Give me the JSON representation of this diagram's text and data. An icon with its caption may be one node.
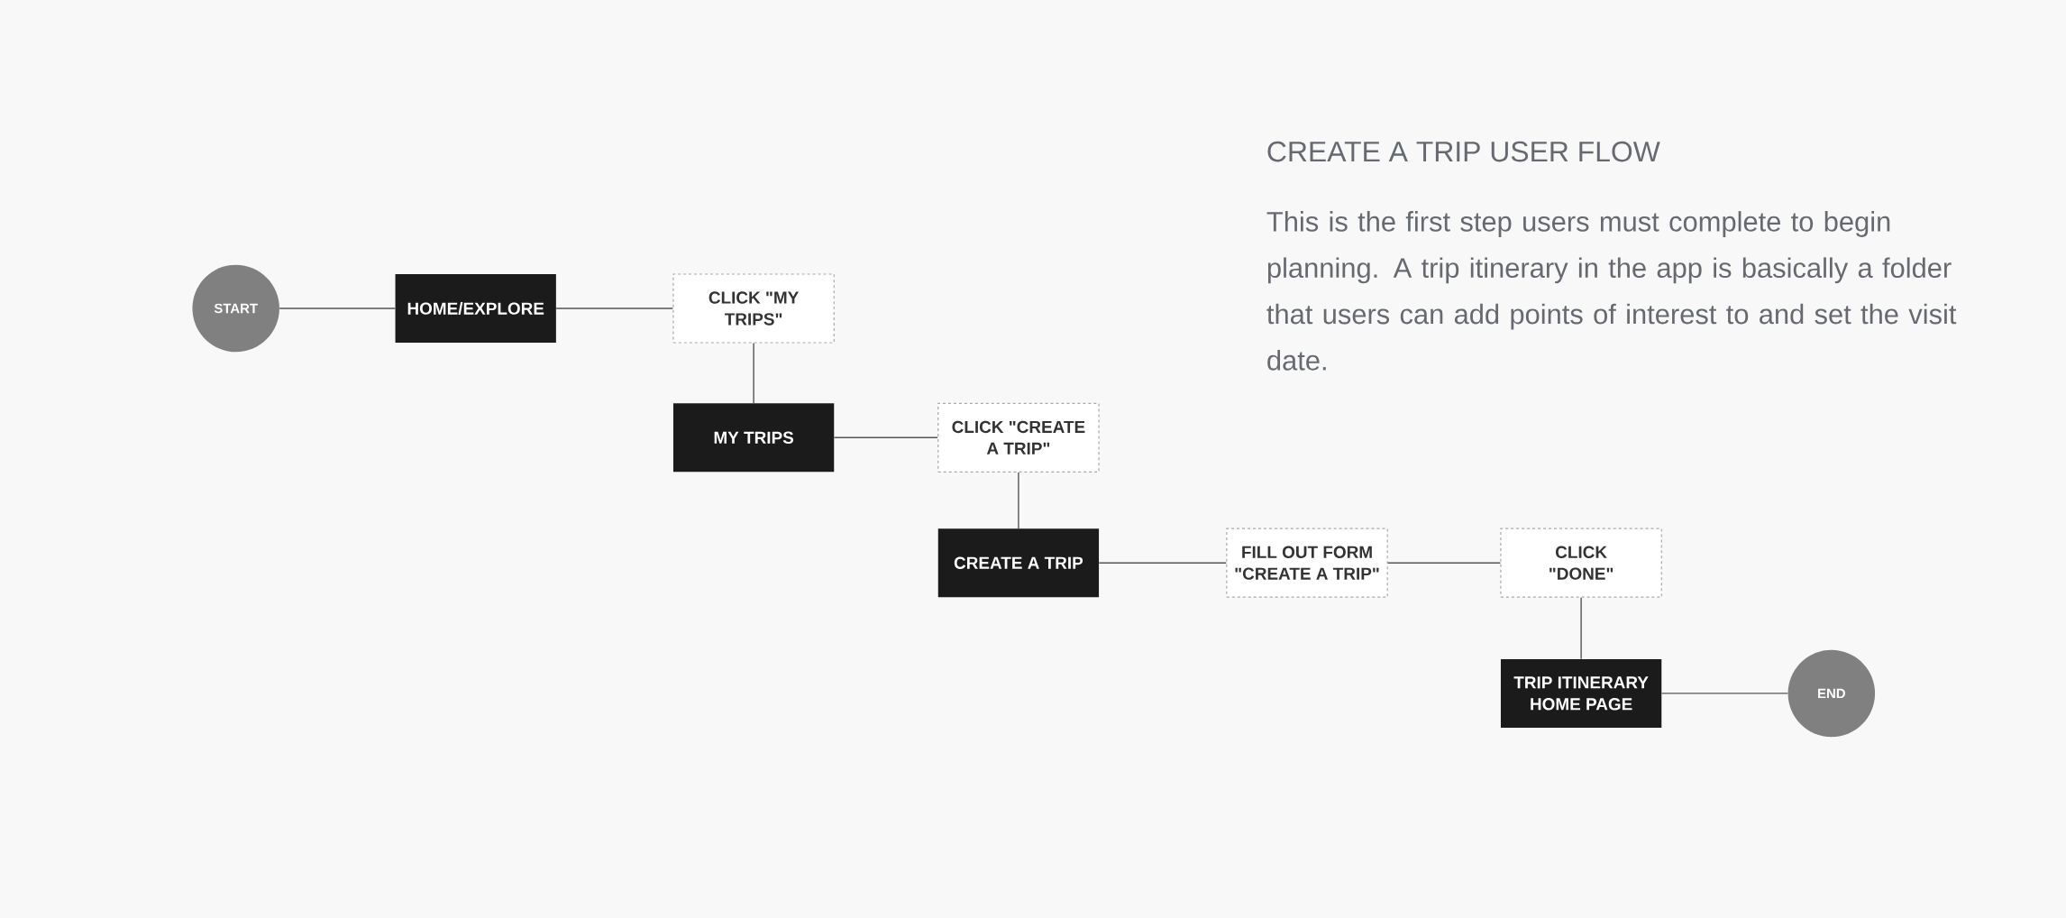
{
  "diagram": {
    "title": "CREATE A TRIP USER FLOW",
    "nodes": [
      {
        "text": [
          "START"
        ]
      },
      {
        "text": [
          "HOME/EXPLORE"
        ]
      },
      {
        "text": [
          "CLICK \"MY TRIPS\""
        ]
      },
      {
        "text": [
          "MY TRIPS"
        ]
      },
      {
        "text": [
          "CLICK \"CREATE A TRIP\""
        ]
      },
      {
        "text": [
          "CREATE A TRIP"
        ]
      },
      {
        "text": [
          "FILL OUT FORM \"CREATE A TRIP\""
        ]
      },
      {
        "text": [
          "CLICK \"DONE\""
        ]
      },
      {
        "text": [
          "TRIP ITINERARY HOME PAGE"
        ]
      },
      {
        "text": [
          "END"
        ]
      }
    ],
    "edges": [
      {
        "from": 0,
        "to": 1,
        "arrow": "none"
      },
      {
        "from": 1,
        "to": 2,
        "arrow": "none"
      },
      {
        "from": 2,
        "to": 3,
        "arrow": "none"
      },
      {
        "from": 3,
        "to": 4,
        "arrow": "none"
      },
      {
        "from": 4,
        "to": 5,
        "arrow": "none"
      },
      {
        "from": 5,
        "to": 6,
        "arrow": "none"
      },
      {
        "from": 6,
        "to": 7,
        "arrow": "none"
      },
      {
        "from": 7,
        "to": 8,
        "arrow": "none"
      },
      {
        "from": 8,
        "to": 9,
        "arrow": "none"
      }
    ],
    "labels": [
      "This is the first step users must complete to begin planning. A trip itinerary in the app is basically a folder that users can add points of interest to and set the visit date."
    ]
  }
}
